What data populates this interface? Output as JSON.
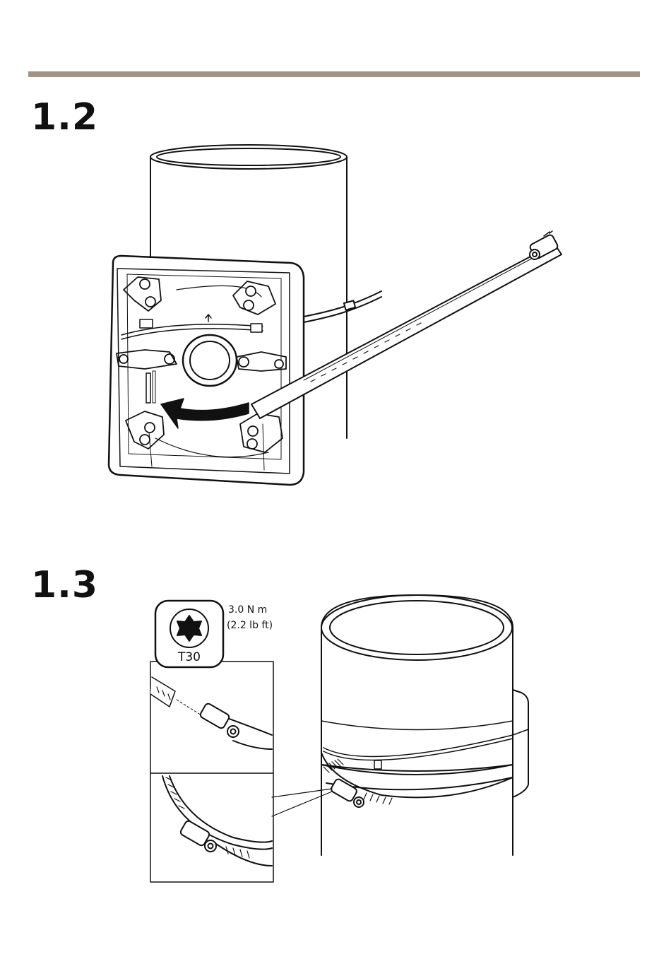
{
  "steps": {
    "first": "1.2",
    "second": "1.3"
  },
  "tool": {
    "bit_label": "T30",
    "torque_metric": "3.0 N m",
    "torque_imperial": "(2.2 lb ft)",
    "icon": "torx-bit-icon"
  },
  "colors": {
    "rule": "#a09486",
    "line": "#111111"
  }
}
